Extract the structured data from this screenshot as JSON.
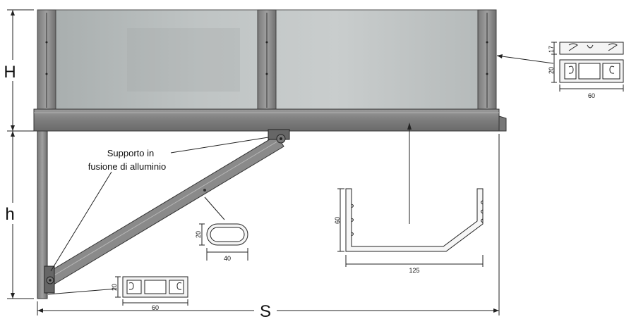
{
  "dimensions": {
    "height_upper": "H",
    "height_lower": "h",
    "span": "S"
  },
  "callout": {
    "line1": "Supporto in",
    "line2": "fusione di alluminio"
  },
  "profiles": {
    "top_profile": {
      "height_a": "17",
      "height_b": "20",
      "width": "60"
    },
    "gutter_profile": {
      "height": "60",
      "width": "125"
    },
    "strut_section": {
      "height": "20",
      "width": "40"
    },
    "bottom_profile": {
      "height": "20",
      "width": "60"
    }
  },
  "colors": {
    "frame": "#8c8c8c",
    "frame_dark": "#555555",
    "glass": "#b9bfbf",
    "line": "#222222"
  }
}
